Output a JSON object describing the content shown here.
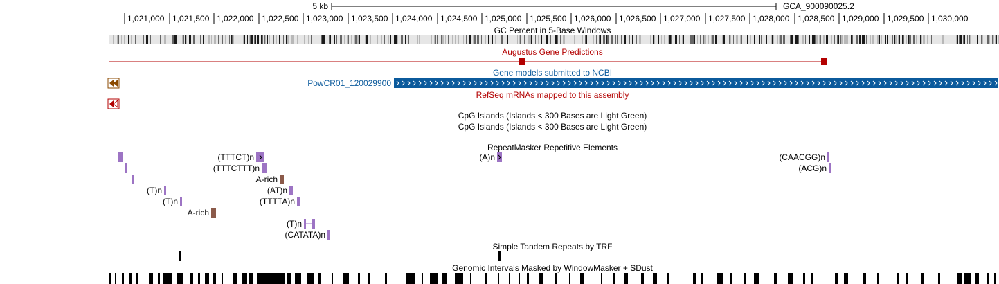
{
  "colors": {
    "augustus": "#b30000",
    "ncbi": "#0b5a9c",
    "refseq": "#b30000",
    "repeat_simple": "#9d74c4",
    "repeat_lowcomplex": "#8b5a4a",
    "gc_dark": "#222222",
    "gc_light": "#d0d0d0",
    "nav_brown": "#8b4a00"
  },
  "ruler": {
    "scale_label": "5 kb",
    "assembly": "GCA_900090025.2",
    "ticks": [
      "1,021,000",
      "1,021,500",
      "1,022,000",
      "1,022,500",
      "1,023,000",
      "1,023,500",
      "1,024,000",
      "1,024,500",
      "1,025,000",
      "1,025,500",
      "1,026,000",
      "1,026,500",
      "1,027,000",
      "1,027,500",
      "1,028,000",
      "1,028,500",
      "1,029,000",
      "1,029,500",
      "1,030,000"
    ]
  },
  "tracks": {
    "gc_percent": "GC Percent in 5-Base Windows",
    "augustus": "Augustus Gene Predictions",
    "ncbi": "Gene models submitted to NCBI",
    "ncbi_gene": "PowCR01_120029900",
    "refseq": "RefSeq mRNAs mapped to this assembly",
    "cpg1": "CpG Islands (Islands < 300 Bases are Light Green)",
    "cpg2": "CpG Islands (Islands < 300 Bases are Light Green)",
    "repeatmasker": "RepeatMasker Repetitive Elements",
    "trf": "Simple Tandem Repeats by TRF",
    "windowmasker": "Genomic Intervals Masked by WindowMasker + SDust"
  },
  "repeats": [
    {
      "label": "(TTTCT)n",
      "type": "simple",
      "arrow": true
    },
    {
      "label": "(TTTCTTT)n",
      "type": "simple"
    },
    {
      "label": "A-rich",
      "type": "lowcomplex"
    },
    {
      "label": "(T)n",
      "type": "simple"
    },
    {
      "label": "(AT)n",
      "type": "simple"
    },
    {
      "label": "(T)n",
      "type": "simple"
    },
    {
      "label": "(TTTTA)n",
      "type": "simple"
    },
    {
      "label": "A-rich",
      "type": "lowcomplex"
    },
    {
      "label": "(T)n",
      "type": "simple",
      "linked": true
    },
    {
      "label": "(CATATA)n",
      "type": "simple"
    },
    {
      "label": "(A)n",
      "type": "simple",
      "arrow": true
    },
    {
      "label": "(CAACGG)n",
      "type": "simple"
    },
    {
      "label": "(ACG)n",
      "type": "simple"
    }
  ]
}
